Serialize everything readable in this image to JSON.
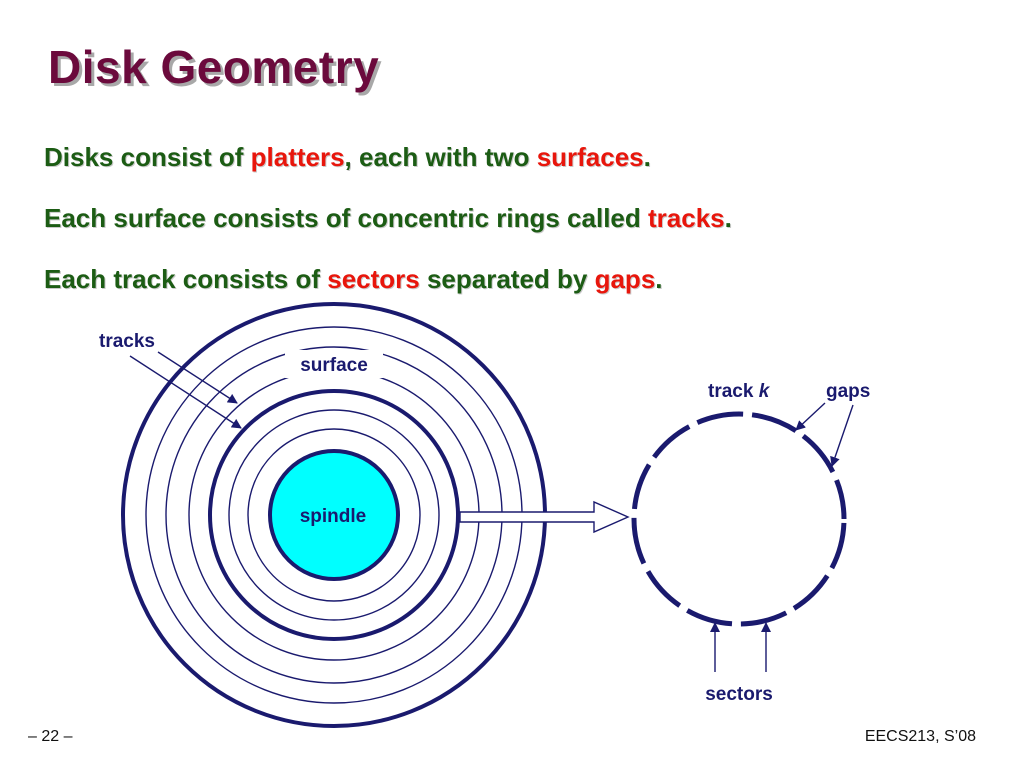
{
  "slide": {
    "title": "Disk Geometry",
    "lines": [
      [
        {
          "text": "Disks consist of ",
          "highlight": false
        },
        {
          "text": "platters",
          "highlight": true
        },
        {
          "text": ", each with two ",
          "highlight": false
        },
        {
          "text": "surfaces",
          "highlight": true
        },
        {
          "text": ".",
          "highlight": false
        }
      ],
      [
        {
          "text": "Each surface consists of concentric rings called ",
          "highlight": false
        },
        {
          "text": "tracks",
          "highlight": true
        },
        {
          "text": ".",
          "highlight": false
        }
      ],
      [
        {
          "text": "Each track consists of ",
          "highlight": false
        },
        {
          "text": "sectors",
          "highlight": true
        },
        {
          "text": " separated by ",
          "highlight": false
        },
        {
          "text": "gaps",
          "highlight": true
        },
        {
          "text": ".",
          "highlight": false
        }
      ]
    ],
    "footer_left": "– 22 –",
    "footer_right": "EECS213, S’08"
  },
  "diagram": {
    "labels": {
      "tracks": "tracks",
      "surface": "surface",
      "spindle": "spindle",
      "track_k_prefix": "track ",
      "track_k_var": "k",
      "gaps": "gaps",
      "sectors": "sectors"
    }
  },
  "colors": {
    "title": "#6b0a3c",
    "body_text": "#1c5c14",
    "highlight": "#e8160c",
    "rings": "#1a1a6e",
    "spindle_fill": "#00ffff",
    "diagram_text": "#1a1a6e"
  }
}
